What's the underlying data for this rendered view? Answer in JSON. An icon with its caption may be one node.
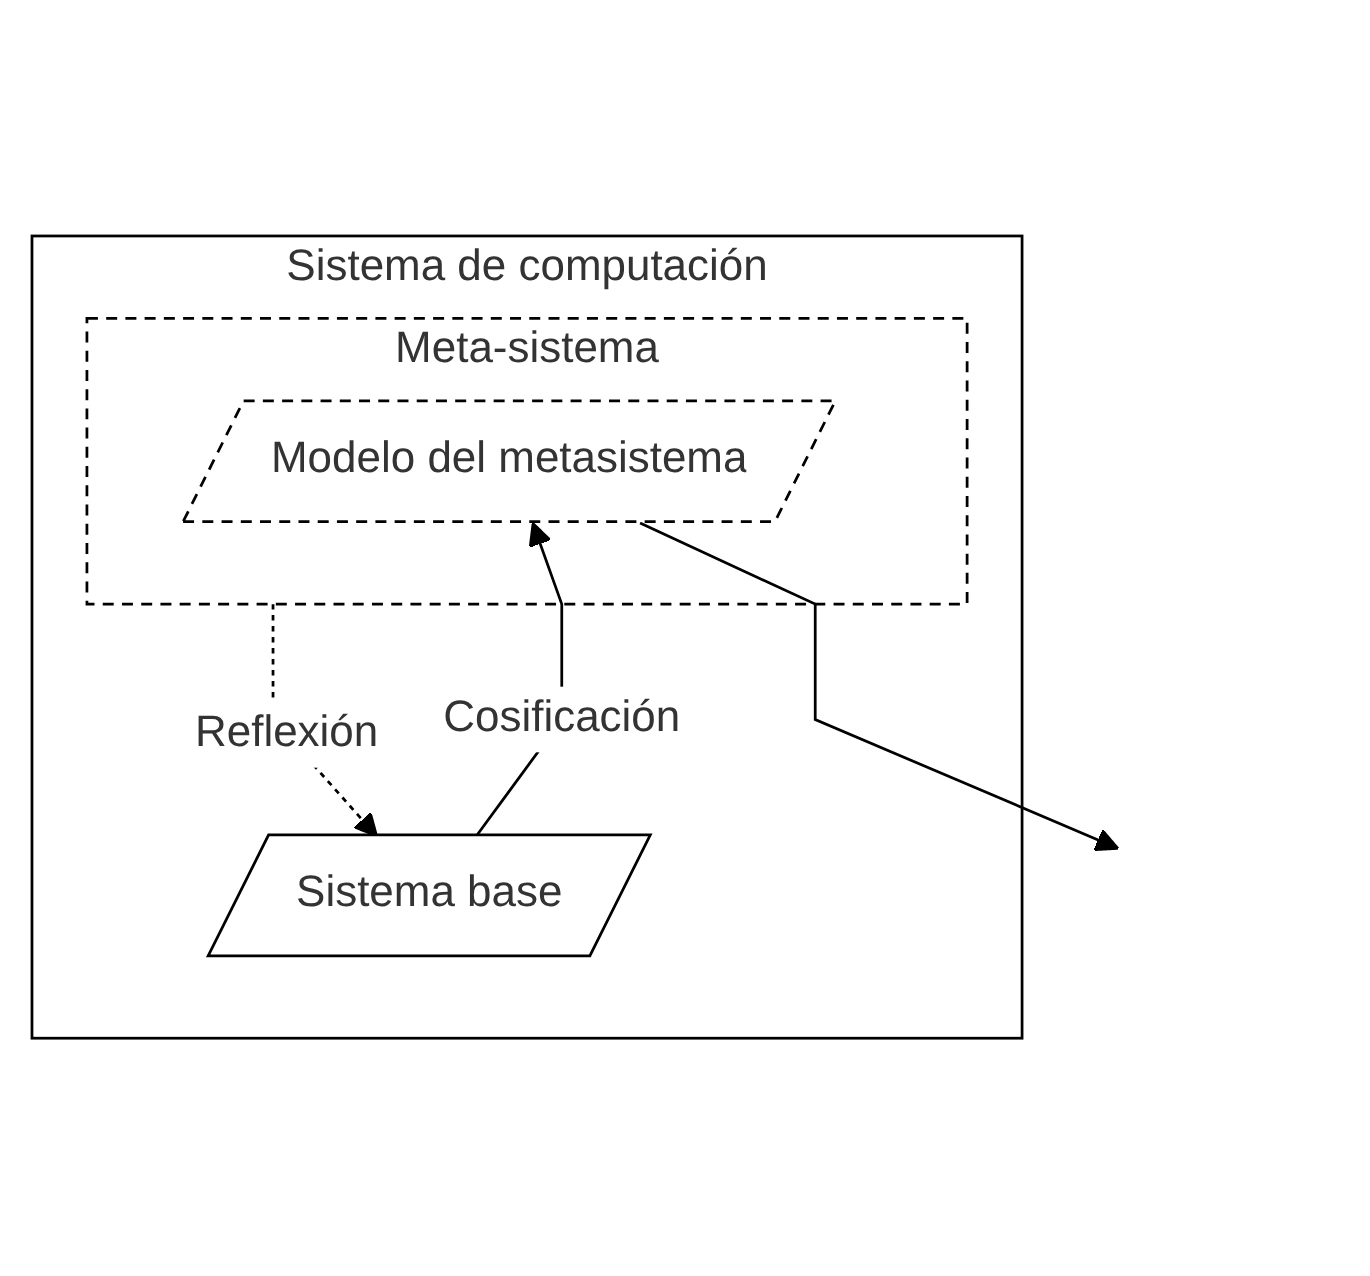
{
  "diagram": {
    "nodes": [
      {
        "text": [
          "Sistema de computación"
        ]
      },
      {
        "text": [
          "Meta-sistema"
        ],
        "in": 0
      },
      {
        "text": [
          "Modelo del metasistema"
        ],
        "in": 1
      },
      {
        "text": [
          "Sistema base"
        ],
        "in": 0
      }
    ],
    "edges": [
      {
        "from": 1,
        "to": 3,
        "arrow": "to",
        "style": "dashed",
        "label": "Reflexión"
      },
      {
        "from": 3,
        "to": 2,
        "arrow": "to",
        "label": "Cosificación"
      },
      {
        "from": 2,
        "to": null,
        "arrow": "to"
      }
    ]
  }
}
